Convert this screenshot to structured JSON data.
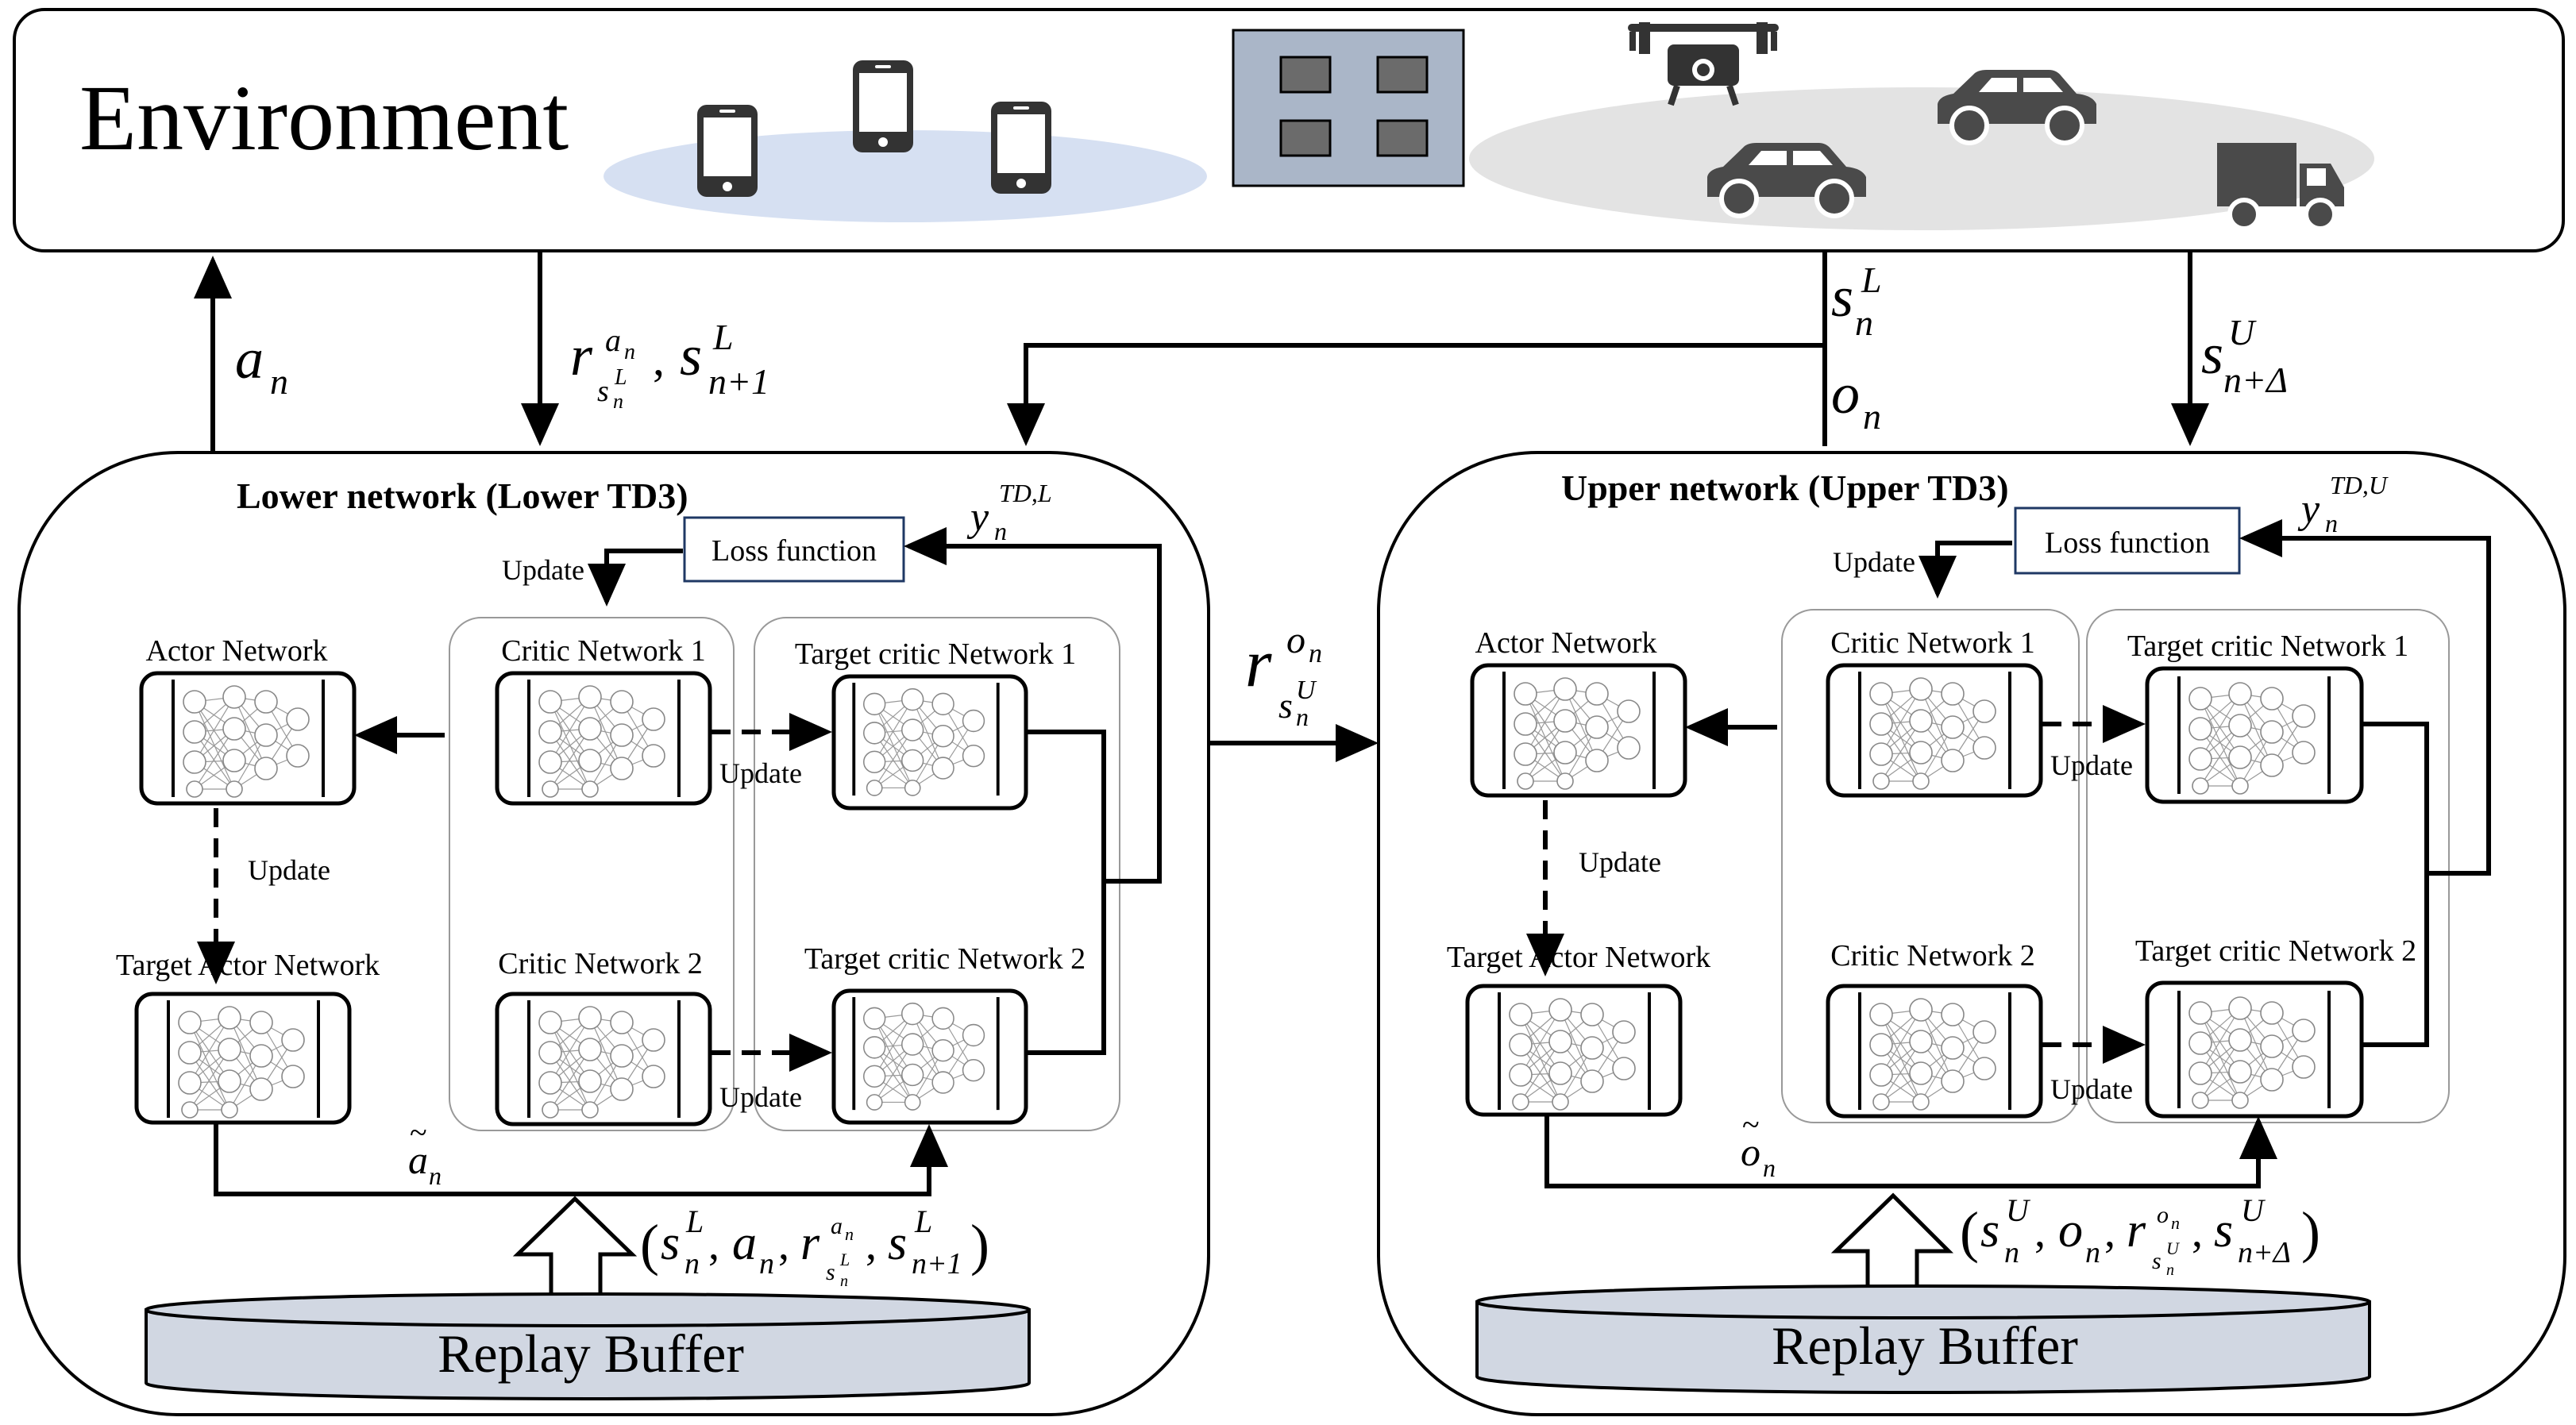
{
  "environment": {
    "title": "Environment"
  },
  "lower": {
    "title": "Lower network (Lower TD3)",
    "loss": "Loss function",
    "update_loss": "Update",
    "actor": "Actor Network",
    "target_actor": "Target Actor Network",
    "critic1": "Critic Network 1",
    "critic2": "Critic Network 2",
    "tcritic1": "Target critic Network 1",
    "tcritic2": "Target critic Network 2",
    "update_actor": "Update",
    "update_c1": "Update",
    "update_c2": "Update",
    "buffer": "Replay Buffer"
  },
  "upper": {
    "title": "Upper network (Upper TD3)",
    "loss": "Loss function",
    "update_loss": "Update",
    "actor": "Actor Network",
    "target_actor": "Target Actor Network",
    "critic1": "Critic Network 1",
    "critic2": "Critic Network 2",
    "tcritic1": "Target critic Network 1",
    "tcritic2": "Target critic Network 2",
    "update_actor": "Update",
    "update_c1": "Update",
    "update_c2": "Update",
    "buffer": "Replay Buffer"
  },
  "symbols": {
    "a": "a",
    "n": "n",
    "r": "r",
    "s": "s",
    "o": "o",
    "y": "y",
    "L": "L",
    "U": "U",
    "n1": "n+1",
    "nd": "n+Δ",
    "td_l": "TD,L",
    "td_u": "TD,U",
    "lparen": "(",
    "rparen": ")",
    "comma": ","
  },
  "colors": {
    "line": "#000000",
    "phone_ellipse": "#d6e0f2",
    "vehicle_ellipse": "#e3e3e3",
    "server_fill": "#aab6c8",
    "server_block": "#6b6b6b",
    "buffer_fill": "#d1d7e2",
    "icon": "#333333",
    "vehicle_icon": "#4a4a4a"
  }
}
